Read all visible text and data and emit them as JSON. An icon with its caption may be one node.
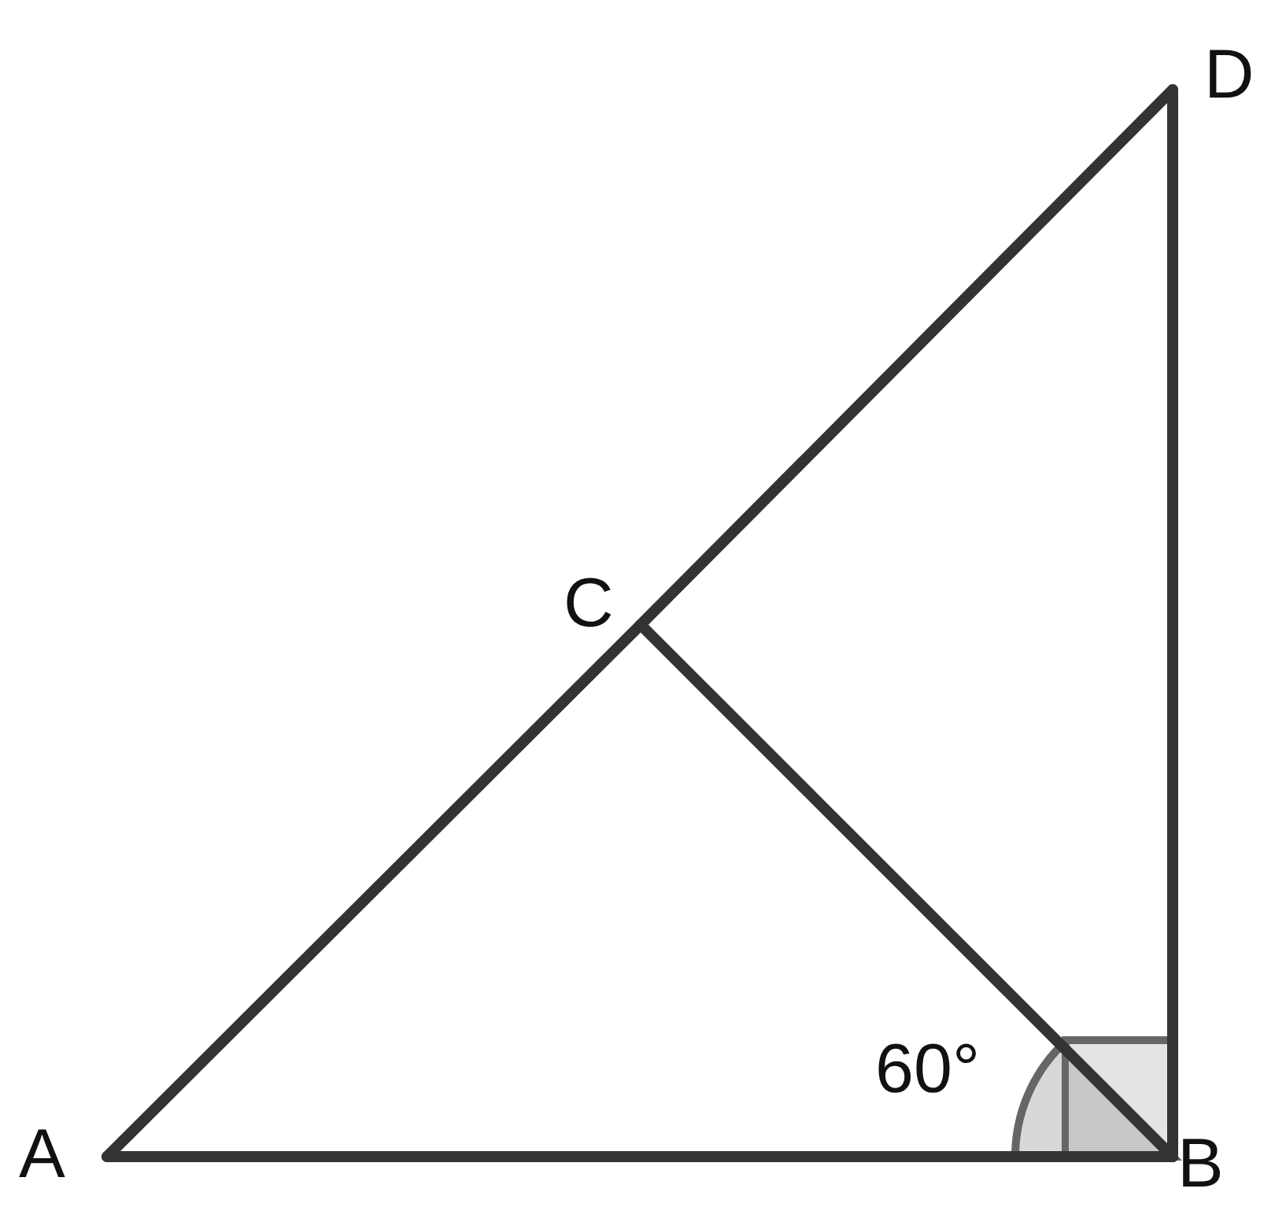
{
  "diagram": {
    "nodes": [
      {
        "text": [
          "A"
        ]
      },
      {
        "text": [
          "B"
        ]
      },
      {
        "text": [
          "C"
        ]
      },
      {
        "text": [
          "D"
        ]
      }
    ],
    "edges": [
      {
        "from": 0,
        "to": 1,
        "arrow": "none"
      },
      {
        "from": 0,
        "to": 2,
        "arrow": "none"
      },
      {
        "from": 2,
        "to": 3,
        "arrow": "none"
      },
      {
        "from": 1,
        "to": 3,
        "arrow": "none"
      },
      {
        "from": 2,
        "to": 1,
        "arrow": "none"
      }
    ],
    "labels": [
      "60°"
    ]
  }
}
